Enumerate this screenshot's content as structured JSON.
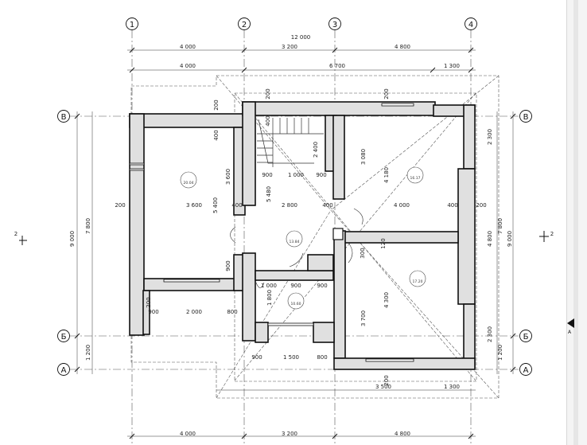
{
  "plan": {
    "grid_axes": {
      "vertical": [
        "1",
        "2",
        "3",
        "4"
      ],
      "horizontal": [
        "В",
        "Б",
        "А"
      ]
    },
    "dims_top_row1": [
      "4 000",
      "3 200",
      "4 800"
    ],
    "dims_top_total": "12 000",
    "dims_top_row2": [
      "4 000",
      "6 700",
      "1 300"
    ],
    "dims_bottom": [
      "4 000",
      "3 200",
      "4 800"
    ],
    "dims_bottom_row1": [
      "3 500",
      "1 300"
    ],
    "dims_left": [
      "9 000",
      "7 800",
      "1 200"
    ],
    "dims_right": [
      "9 000",
      "7 800",
      "2 300",
      "4 800",
      "2 300",
      "1 200"
    ],
    "inner_dims": {
      "d200_tl": "200",
      "d400_t1": "400",
      "d200_t2": "200",
      "d400_t3": "400",
      "d200_t4": "200",
      "d3600_v": "3 600",
      "d5400_v": "5 400",
      "d3600_h": "3 600",
      "d200_l": "200",
      "d400_mid": "400",
      "d900_stair": "900",
      "d1000_stair": "1 000",
      "d900_stair2": "900",
      "d2400_stair": "2 400",
      "d5480": "5 480",
      "d2800": "2 800",
      "d3080": "3 080",
      "d4180": "4 180",
      "d400_r1": "400",
      "d4000": "4 000",
      "d400_r2": "400",
      "d200_r": "200",
      "d900_door": "900",
      "d1000_bath": "1 000",
      "d900_bath": "900",
      "d900_bath2": "900",
      "d1800": "1 800",
      "d2000": "2 000",
      "d800": "800",
      "d200_bl": "200",
      "d900_bl": "900",
      "d1500": "1 500",
      "d800_b": "800",
      "d3700": "3 700",
      "d4300": "4 300",
      "d200_b2": "200",
      "d120": "120",
      "d300": "300",
      "d900_hall": "900"
    },
    "room_tags": [
      "20.04",
      "16.17",
      "13.84",
      "17.20",
      "10.60"
    ],
    "section_marks": [
      "2",
      "2"
    ]
  },
  "right_panel": {
    "marker_label": "A"
  }
}
